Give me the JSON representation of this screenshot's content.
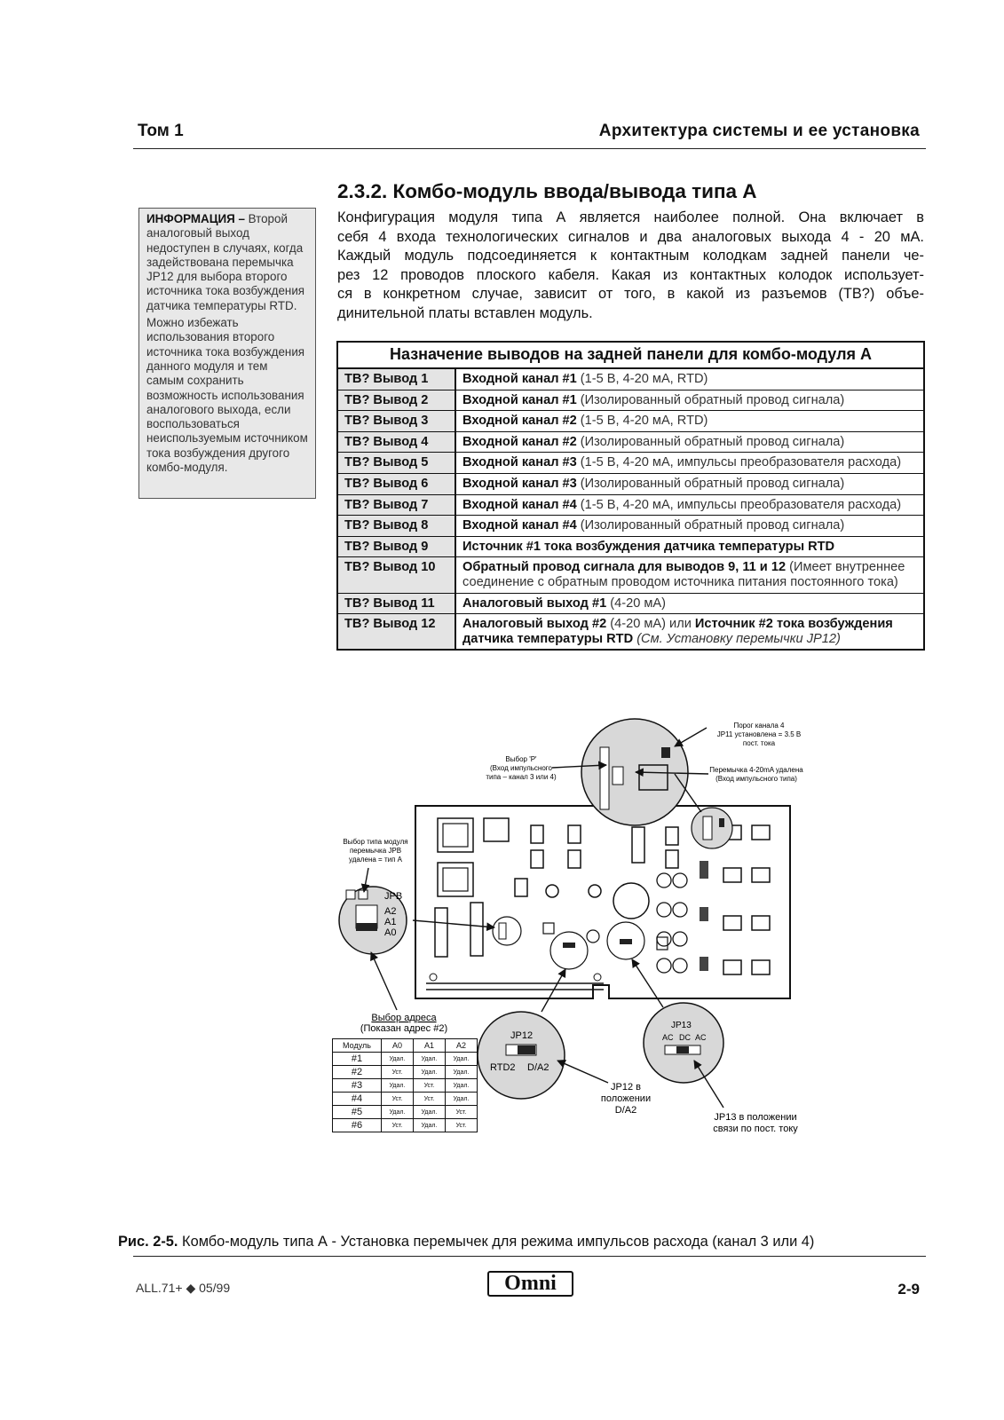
{
  "header": {
    "left": "Том 1",
    "right": "Архитектура системы и ее установка"
  },
  "sidebar": {
    "label": "ИНФОРМАЦИЯ –",
    "para1": " Второй аналоговый выход недоступен в случаях, когда задействована перемычка JP12 для выбора второго источника тока возбуждения датчика температуры RTD.",
    "para2": "Можно избежать использования второго источника тока возбуждения данного модуля и тем самым сохранить возможность использования аналогового выхода, если воспользоваться неиспользуемым источником тока возбуждения другого комбо-модуля."
  },
  "section": {
    "title": "2.3.2. Комбо-модуль ввода/вывода типа А",
    "intro_lines": [
      "Конфигурация модуля типа А является наиболее полной. Она включает в",
      "себя 4 входа технологических сигналов и два аналоговых выхода 4 - 20 мА.",
      "Каждый модуль подсоединяется к контактным колодкам задней панели че-",
      "рез 12 проводов плоского кабеля. Какая из контактных колодок использует-",
      "ся в конкретном случае, зависит от того, в какой из разъемов (ТВ?) объе-",
      "динительной платы вставлен модуль."
    ]
  },
  "pin_table": {
    "title": "Назначение выводов на задней панели для комбо-модуля А",
    "rows": [
      {
        "pin": "ТВ? Вывод 1",
        "b": "Входной канал #1",
        "n": " (1-5 В, 4-20 мА, RTD)"
      },
      {
        "pin": "ТВ? Вывод 2",
        "b": "Входной канал #1",
        "n": " (Изолированный обратный провод сигнала)"
      },
      {
        "pin": "ТВ? Вывод 3",
        "b": "Входной канал #2",
        "n": " (1-5 В, 4-20 мА, RTD)"
      },
      {
        "pin": "ТВ? Вывод 4",
        "b": "Входной канал #2",
        "n": " (Изолированный обратный провод сигнала)"
      },
      {
        "pin": "ТВ? Вывод 5",
        "b": "Входной канал #3",
        "n": " (1-5 В, 4-20 мА, импульсы преобразователя расхода)"
      },
      {
        "pin": "ТВ? Вывод 6",
        "b": "Входной канал #3",
        "n": " (Изолированный обратный провод сигнала)"
      },
      {
        "pin": "ТВ? Вывод 7",
        "b": "Входной канал #4",
        "n": " (1-5 В, 4-20 мА, импульсы преобразователя расхода)"
      },
      {
        "pin": "ТВ? Вывод 8",
        "b": "Входной канал #4",
        "n": " (Изолированный обратный провод сигнала)"
      },
      {
        "pin": "ТВ? Вывод 9",
        "b": "Источник #1 тока возбуждения датчика температуры RTD",
        "n": ""
      },
      {
        "pin": "ТВ? Вывод 10",
        "b": "Обратный провод сигнала для выводов 9, 11 и 12",
        "n": " (Имеет внутреннее соединение с обратным проводом источника питания постоянного тока)"
      },
      {
        "pin": "ТВ? Вывод 11",
        "b": "Аналоговый выход #1",
        "n": " (4-20 мА)"
      },
      {
        "pin": "ТВ? Вывод 12",
        "b": "Аналоговый выход #2",
        "n": " (4-20 мА) или ",
        "b2": "Источник #2 тока возбуждения датчика температуры RTD",
        "i": " (См. Установку перемычки JP12)"
      }
    ]
  },
  "figure": {
    "label_porog": [
      "Порог канала 4",
      "JP11 установлена = 3.5 В",
      "пост. тока"
    ],
    "label_vybor_p": [
      "Выбор 'P'",
      "(Вход импульсного",
      "типа – канал 3 или 4)"
    ],
    "label_peremychka": [
      "Перемычка 4-20mA удалена",
      "(Вход импульсного типа)"
    ],
    "label_vybor_tipa": [
      "Выбор типа модуля",
      "перемычка JPB",
      "удалена  = тип А"
    ],
    "jpb": "JPB",
    "a2": "A2",
    "a1": "A1",
    "a0": "A0",
    "addr_title": "Выбор адреса",
    "addr_sub": "(Показан адрес #2)",
    "addr_headers": [
      "Модуль",
      "A0",
      "A1",
      "A2"
    ],
    "addr_rows": [
      [
        "#1",
        "Удал.",
        "Удал.",
        "Удал."
      ],
      [
        "#2",
        "Уст.",
        "Удал.",
        "Удал."
      ],
      [
        "#3",
        "Удал.",
        "Уст.",
        "Удал."
      ],
      [
        "#4",
        "Уст.",
        "Уст.",
        "Удал."
      ],
      [
        "#5",
        "Удал.",
        "Удал.",
        "Уст."
      ],
      [
        "#6",
        "Уст.",
        "Удал.",
        "Уст."
      ]
    ],
    "jp12": "JP12",
    "rtd2": "RTD2",
    "da2": "D/A2",
    "jp12_pos": [
      "JP12 в",
      "положении",
      "D/A2"
    ],
    "jp13": "JP13",
    "ac1": "AC",
    "dc": "DC",
    "ac2": "AC",
    "jp13_pos": [
      "JP13 в положении",
      "связи по пост. току"
    ]
  },
  "caption": {
    "label": "Рис. 2-5.",
    "text": "  Комбо-модуль типа А - Установка перемычек для режима импульсов расхода (канал 3 или 4)"
  },
  "footer": {
    "left": "ALL.71+ ◆ 05/99",
    "logo": "Omni",
    "page": "2-9"
  }
}
